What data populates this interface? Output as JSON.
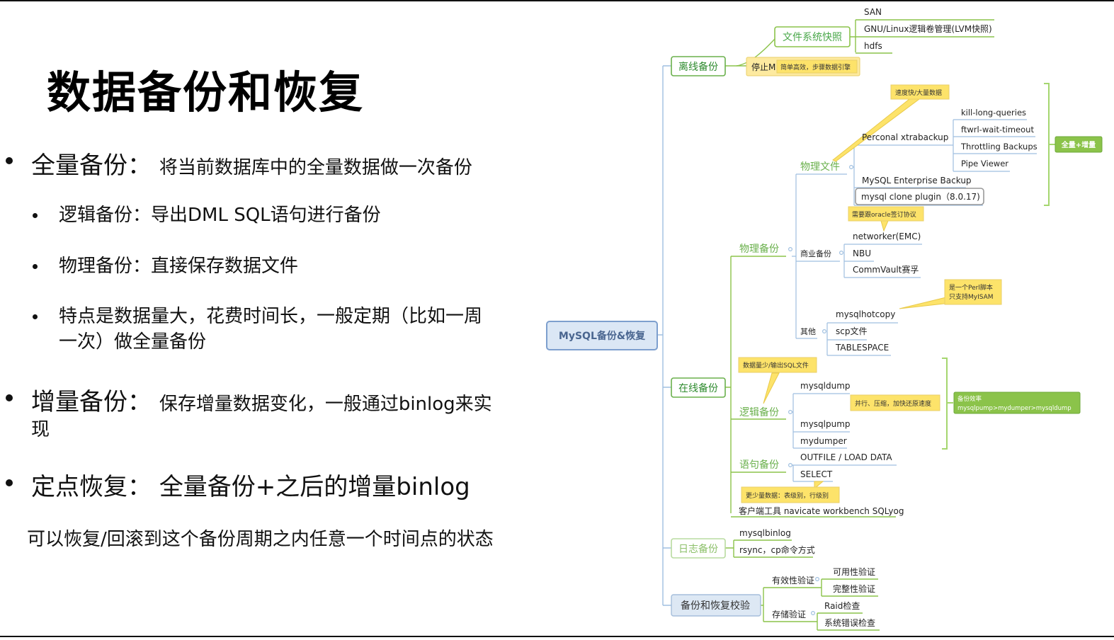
{
  "slide": {
    "title": "数据备份和恢复",
    "full_backup": {
      "term": "全量备份：",
      "desc": "将当前数据库中的全量数据做一次备份"
    },
    "sub_points": [
      "逻辑备份：导出DML SQL语句进行备份",
      "物理备份：直接保存数据文件",
      "特点是数据量大，花费时间长，一般定期（比如一周",
      "一次）做全量备份"
    ],
    "incremental": {
      "term": "增量备份：",
      "desc": "保存增量数据变化，一般通过binlog来实",
      "desc2": "现"
    },
    "pitr": {
      "term": "定点恢复：",
      "desc": "全量备份+之后的增量binlog"
    },
    "footer_note": "可以恢复/回滚到这个备份周期之内任意一个时间点的状态"
  },
  "mindmap": {
    "root": "MySQL备份&恢复",
    "branches": {
      "offline": "离线备份",
      "online": "在线备份",
      "log": "日志备份",
      "verify": "备份和恢复校验"
    },
    "offline": {
      "fs_snapshot": "文件系统快照",
      "fs_items": [
        "SAN",
        "GNU/Linux逻辑卷管理(LVM快照)",
        "hdfs"
      ],
      "stop": "停止M",
      "stop_note": "简单高效，步骤数据引擎"
    },
    "physical": {
      "label": "物理备份",
      "files": "物理文件",
      "files_note": "速度快/大量数据",
      "xtrabackup": "Perconal xtrabackup",
      "xtra_items": [
        "kill-long-queries",
        "ftwrl-wait-timeout",
        "Throttling Backups",
        "Pipe Viewer"
      ],
      "enterprise": "MySQL Enterprise Backup",
      "clone": "mysql clone plugin（8.0.17)",
      "full_incr": "全量+增量",
      "commercial": "商业备份",
      "commercial_note": "需要跟oracle签订协议",
      "commercial_items": [
        "networker(EMC)",
        "NBU",
        "CommVault赛孚"
      ],
      "other": "其他",
      "other_note1": "是一个Perl脚本",
      "other_note2": "只支持MyISAM",
      "other_items": [
        "mysqlhotcopy",
        "scp文件",
        "TABLESPACE"
      ]
    },
    "logical": {
      "label": "逻辑备份",
      "note": "数据量少/输出SQL文件",
      "items": [
        "mysqldump",
        "mysqlpump",
        "mydumper"
      ],
      "parallel_note": "并行、压缩，加快还原速度",
      "efficiency_title": "备份效率",
      "efficiency": "mysqlpump>mydumper>mysqldump"
    },
    "statement": {
      "label": "语句备份",
      "items": [
        "OUTFILE / LOAD DATA",
        "SELECT"
      ],
      "note": "更少量数据：表级别，行级别",
      "client": "客户端工具 navicate workbench SQLyog"
    },
    "log": {
      "items": [
        "mysqlbinlog",
        "rsync，cp命令方式"
      ]
    },
    "verify": {
      "validity": "有效性验证",
      "validity_items": [
        "可用性验证",
        "完整性验证"
      ],
      "storage": "存储验证",
      "storage_items": [
        "Raid检查",
        "系统错误检查"
      ]
    }
  }
}
